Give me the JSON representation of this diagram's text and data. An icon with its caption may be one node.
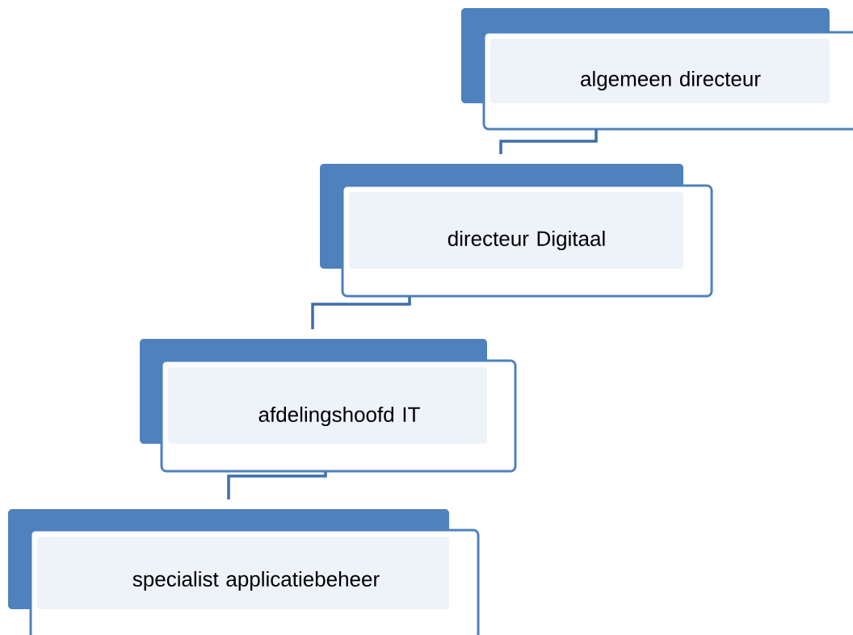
{
  "diagram": {
    "nodes": [
      {
        "text": [
          "algemeen directeur"
        ]
      },
      {
        "text": [
          "directeur Digitaal"
        ]
      },
      {
        "text": [
          "afdelingshoofd IT"
        ]
      },
      {
        "text": [
          "specialist applicatiebeheer"
        ]
      }
    ],
    "edges": [
      {
        "from": 0,
        "to": 1,
        "arrow": "none"
      },
      {
        "from": 1,
        "to": 2,
        "arrow": "none"
      },
      {
        "from": 2,
        "to": 3,
        "arrow": "none"
      }
    ]
  }
}
